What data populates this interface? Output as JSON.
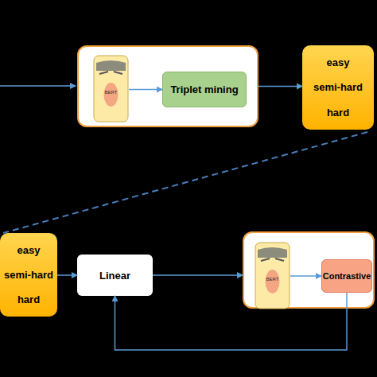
{
  "diagram": {
    "nodes": [
      {
        "text": []
      },
      {
        "text": [
          "BERT"
        ],
        "in": 0
      },
      {
        "text": [
          "Triplet mining"
        ],
        "in": 0
      },
      {
        "text": [
          "easy",
          "semi-hard",
          "hard"
        ]
      },
      {
        "text": [
          "easy",
          "semi-hard",
          "hard"
        ]
      },
      {
        "text": [
          "Linear"
        ]
      },
      {
        "text": []
      },
      {
        "text": [
          "BERT"
        ],
        "in": 6
      },
      {
        "text": [
          "Contrastive"
        ],
        "in": 6
      }
    ],
    "edges": [
      {
        "from": 1,
        "to": 2,
        "arrow": "to"
      },
      {
        "from": 0,
        "to": 3,
        "arrow": "to"
      },
      {
        "from": 3,
        "to": 4,
        "arrow": "none"
      },
      {
        "from": 4,
        "to": 5,
        "arrow": "to"
      },
      {
        "from": 5,
        "to": 6,
        "arrow": "to"
      },
      {
        "from": 7,
        "to": 8,
        "arrow": "to"
      },
      {
        "from": 8,
        "to": 5,
        "arrow": "to"
      }
    ]
  }
}
